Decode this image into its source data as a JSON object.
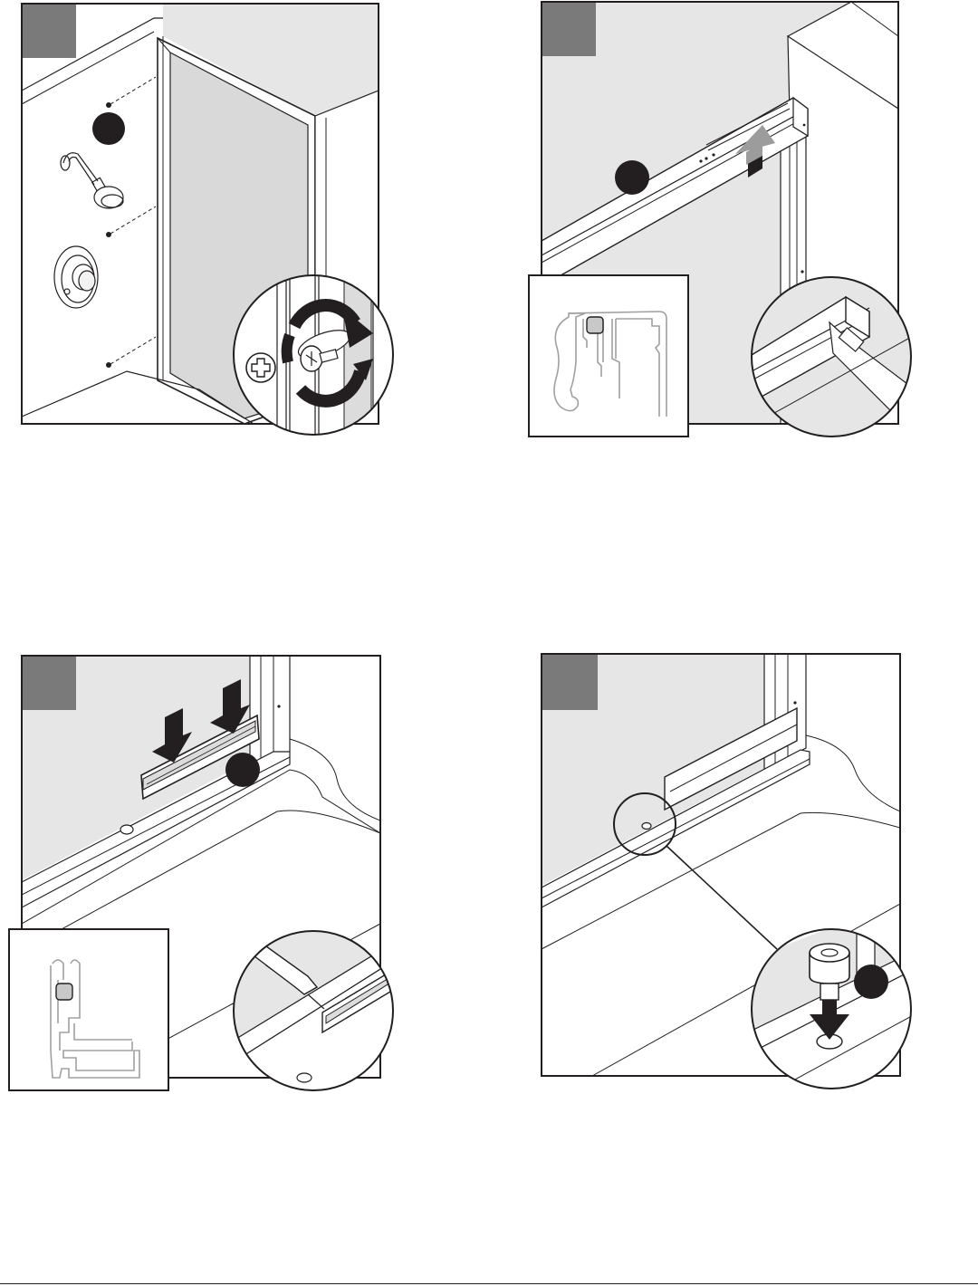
{
  "colors": {
    "ink": "#231f20",
    "wall": "#ffffff",
    "glass": "#e6e6e6",
    "glass_dark": "#cfcfcf",
    "step_badge": "#7a7a7a",
    "callout": "#231f20",
    "seal_fill": "#c8c8c8"
  },
  "panels": [
    {
      "id": "step-1",
      "icons": [
        "screw-icon",
        "phillips-screwdriver-icon",
        "rotate-clockwise-icon"
      ]
    },
    {
      "id": "step-2",
      "icons": [
        "header-rail",
        "push-up-arrow-icon",
        "header-profile-detail"
      ]
    },
    {
      "id": "step-3",
      "icons": [
        "press-down-arrow-icon",
        "sill-seal-strip",
        "sill-profile-detail"
      ]
    },
    {
      "id": "step-4",
      "icons": [
        "bumper-plug-icon",
        "insert-down-arrow-icon"
      ]
    }
  ]
}
